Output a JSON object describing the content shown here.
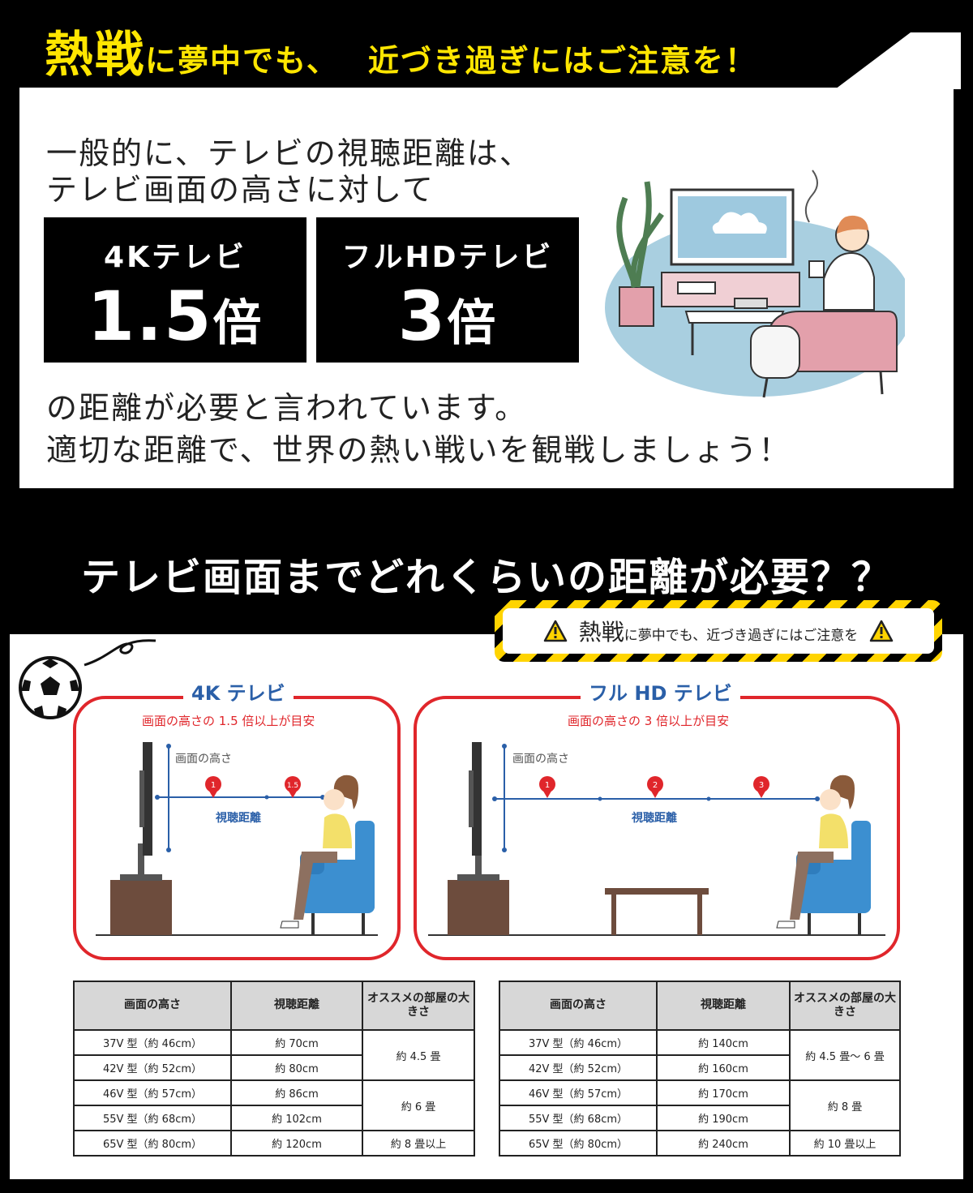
{
  "headline": {
    "part1": "熱戦",
    "part2": "に夢中でも、",
    "part3": "近づき過ぎにはご注意を！"
  },
  "intro": {
    "line1": "一般的に、テレビの視聴距離は、",
    "line2": "テレビ画面の高さに対して",
    "line3": "の距離が必要と言われています。",
    "line4": "適切な距離で、世界の熱い戦いを観戦しましょう！"
  },
  "ratios": [
    {
      "label": "4Kテレビ",
      "value": "1.5",
      "unit": "倍"
    },
    {
      "label": "フルHDテレビ",
      "value": "3",
      "unit": "倍"
    }
  ],
  "section_heading": "テレビ画面までどれくらいの距離が必要？？",
  "warning": {
    "emphasis": "熱戦",
    "text": "に夢中でも、近づき過ぎにはご注意を"
  },
  "diagrams": [
    {
      "title": "4K テレビ",
      "subtitle": "画面の高さの 1.5 倍以上が目安",
      "height_label": "画面の高さ",
      "distance_label": "視聴距離",
      "markers": [
        "1",
        "1.5"
      ]
    },
    {
      "title": "フル HD テレビ",
      "subtitle": "画面の高さの 3 倍以上が目安",
      "height_label": "画面の高さ",
      "distance_label": "視聴距離",
      "markers": [
        "1",
        "2",
        "3"
      ]
    }
  ],
  "tables": [
    {
      "headers": [
        "画面の高さ",
        "視聴距離",
        "オススメの部屋の大きさ"
      ],
      "rows": [
        {
          "size": "37V 型（約 46cm）",
          "distance": "約 70cm"
        },
        {
          "size": "42V 型（約 52cm）",
          "distance": "約 80cm"
        },
        {
          "size": "46V 型（約 57cm）",
          "distance": "約 86cm"
        },
        {
          "size": "55V 型（約 68cm）",
          "distance": "約 102cm"
        },
        {
          "size": "65V 型（約 80cm）",
          "distance": "約 120cm"
        }
      ],
      "rooms": [
        "約 4.5 畳",
        "約 6 畳",
        "約 8 畳以上"
      ]
    },
    {
      "headers": [
        "画面の高さ",
        "視聴距離",
        "オススメの部屋の大きさ"
      ],
      "rows": [
        {
          "size": "37V 型（約 46cm）",
          "distance": "約 140cm"
        },
        {
          "size": "42V 型（約 52cm）",
          "distance": "約 160cm"
        },
        {
          "size": "46V 型（約 57cm）",
          "distance": "約 170cm"
        },
        {
          "size": "55V 型（約 68cm）",
          "distance": "約 190cm"
        },
        {
          "size": "65V 型（約 80cm）",
          "distance": "約 240cm"
        }
      ],
      "rooms": [
        "約 4.5 畳～ 6 畳",
        "約 8 畳",
        "約 10 畳以上"
      ]
    }
  ],
  "colors": {
    "headline_yellow": "#ffe600",
    "frame_red": "#e0262b",
    "title_blue": "#2a5fa8",
    "chair_blue": "#3c8fd0"
  }
}
